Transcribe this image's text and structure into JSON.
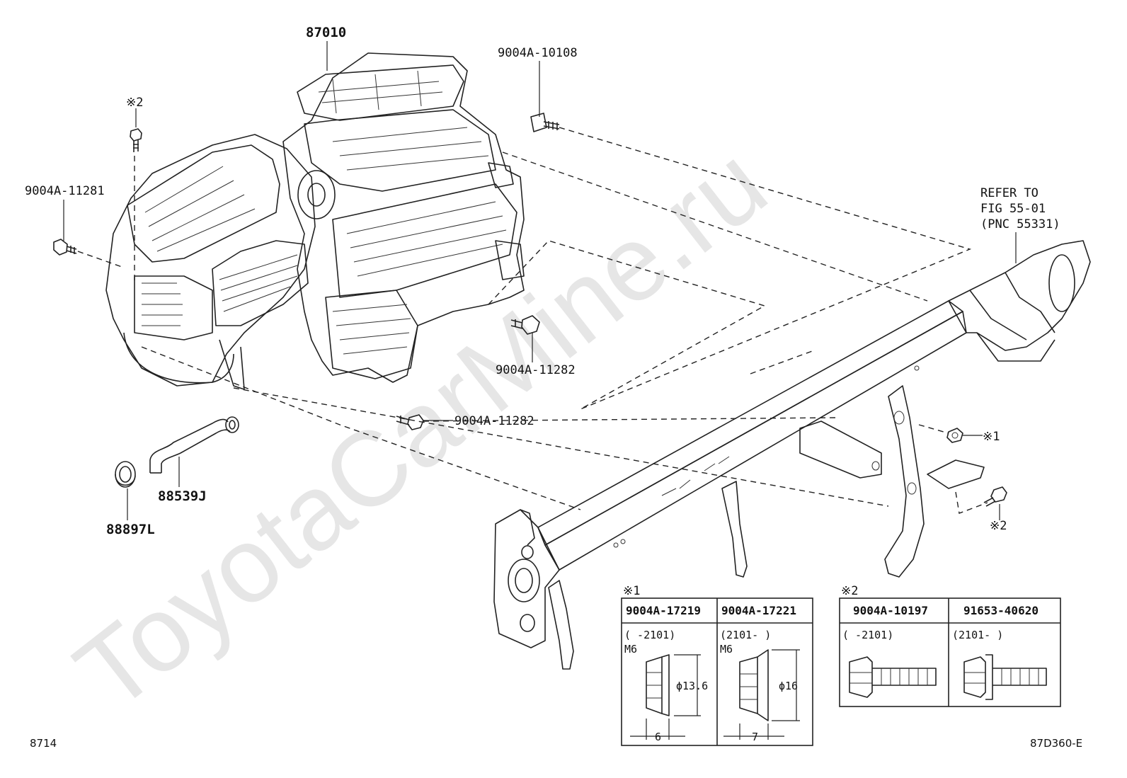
{
  "watermark": "ToyotaCarMine.ru",
  "callouts": {
    "unit": "87010",
    "bolt_top": "9004A-10108",
    "bolt_left": "9004A-11281",
    "bolt_right_low": "9004A-11282",
    "bolt_center": "9004A-11282",
    "mark2_top": "※2",
    "mark1_right": "※1",
    "mark2_right": "※2",
    "hose": "88539J",
    "grommet": "88897L",
    "refer_line1": "REFER TO",
    "refer_line2": "FIG 55-01",
    "refer_line3": "(PNC 55331)"
  },
  "footer": {
    "left_code": "8714",
    "right_code": "87D360-E"
  },
  "table1": {
    "mark": "※1",
    "col1_header": "9004A-17219",
    "col2_header": "9004A-17221",
    "col1_range": "(     -2101)",
    "col2_range": "(2101-     )",
    "col1_thread": "M6",
    "col2_thread": "M6",
    "col1_dia": "ϕ13.6",
    "col2_dia": "ϕ16",
    "col1_width": "6",
    "col2_width": "7"
  },
  "table2": {
    "mark": "※2",
    "col1_header": "9004A-10197",
    "col2_header": "91653-40620",
    "col1_range": "(     -2101)",
    "col2_range": "(2101-     )"
  }
}
